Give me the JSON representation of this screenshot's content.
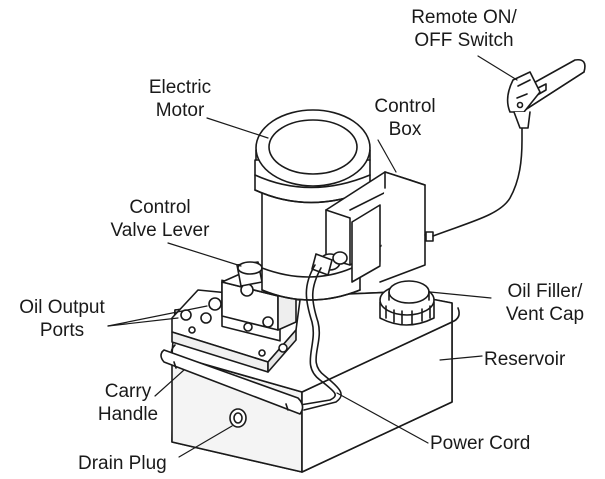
{
  "labels": {
    "remote_switch": [
      "Remote ON/",
      "OFF Switch"
    ],
    "electric_motor": [
      "Electric",
      "Motor"
    ],
    "control_box": [
      "Control",
      "Box"
    ],
    "control_valve_lever": [
      "Control",
      "Valve Lever"
    ],
    "oil_filler": [
      "Oil Filler/",
      "Vent Cap"
    ],
    "oil_output_ports": [
      "Oil Output",
      "Ports"
    ],
    "reservoir": [
      "Reservoir"
    ],
    "carry_handle": [
      "Carry",
      "Handle"
    ],
    "power_cord": [
      "Power Cord"
    ],
    "drain_plug": [
      "Drain Plug"
    ]
  },
  "colors": {
    "line": "#1a1a1a",
    "fill": "#ffffff",
    "shade": "#dcdcdc"
  }
}
